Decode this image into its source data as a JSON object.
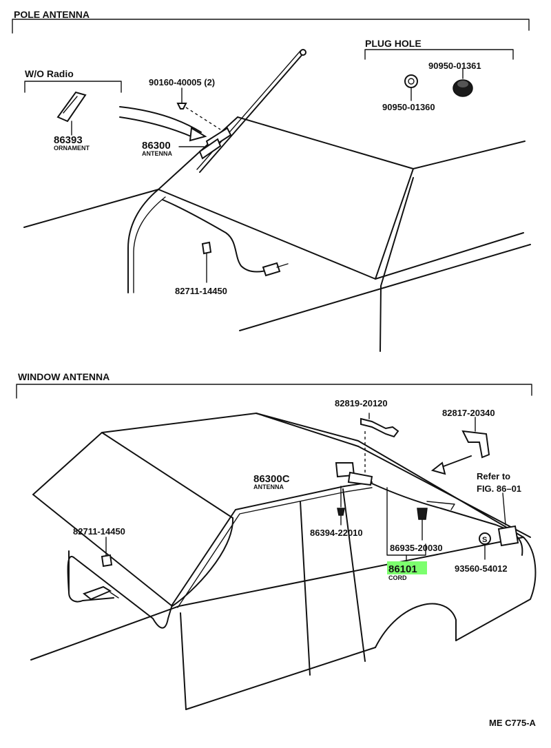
{
  "sections": {
    "pole": {
      "title": "POLE ANTENNA",
      "wo_radio": "W/O Radio",
      "plug_hole": "PLUG HOLE"
    },
    "window": {
      "title": "WINDOW ANTENNA"
    }
  },
  "parts": {
    "p86393": "86393",
    "p86393_name": "ORNAMENT",
    "p90160": "90160-40005 (2)",
    "p86300": "86300",
    "p86300_name": "ANTENNA",
    "p82711_top": "82711-14450",
    "p90950_01361": "90950-01361",
    "p90950_01360": "90950-01360",
    "p82819": "82819-20120",
    "p82817": "82817-20340",
    "p86300C": "86300C",
    "p86300C_name": "ANTENNA",
    "ref_line1": "Refer to",
    "ref_line2": "FIG. 86–01",
    "p82711_bottom": "82711-14450",
    "p86394": "86394-22010",
    "p86935": "86935-20030",
    "p86101": "86101",
    "p86101_name": "CORD",
    "p93560": "93560-54012",
    "symbol_s": "S"
  },
  "figure_code": "ME C775-A",
  "highlight_color": "#7cff6e"
}
